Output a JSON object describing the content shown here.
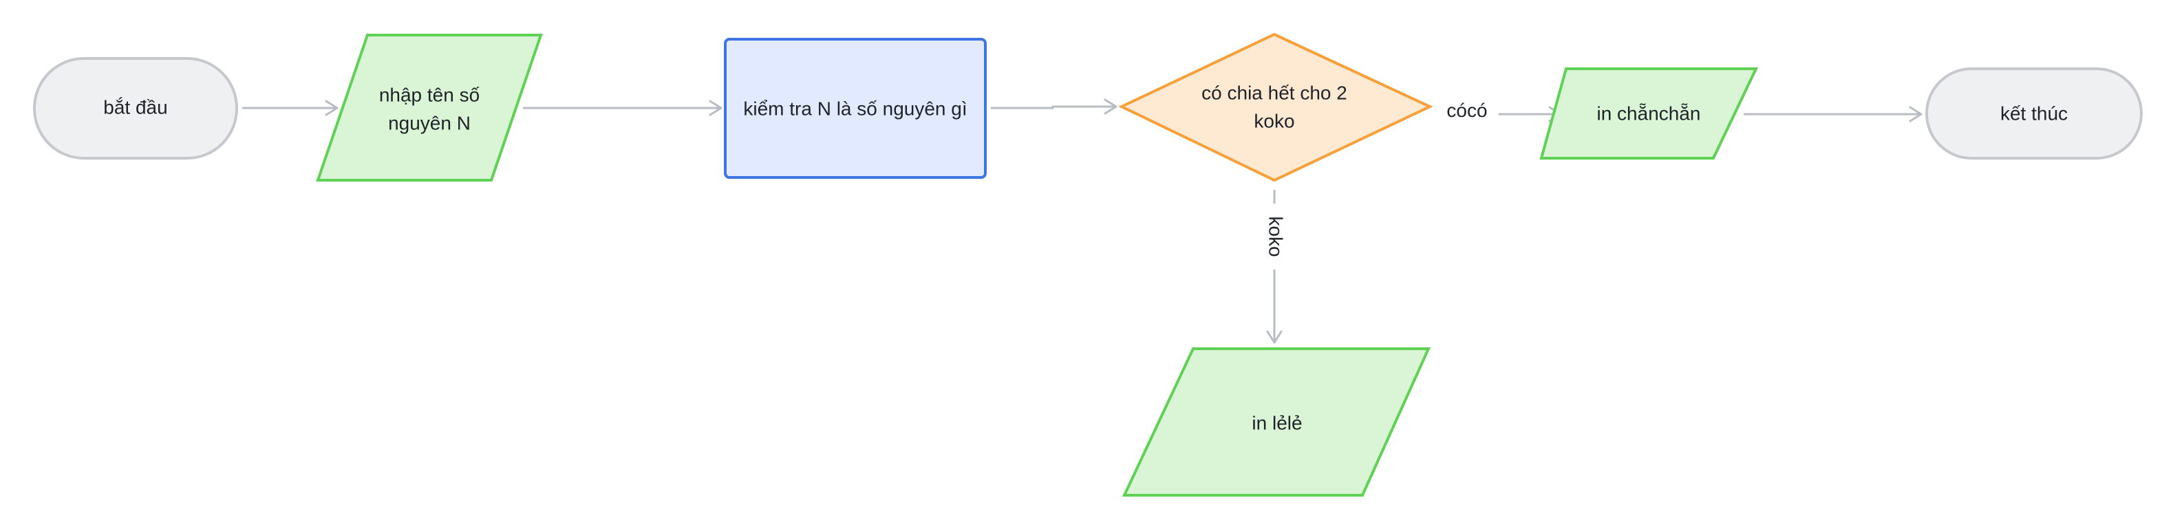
{
  "diagram": {
    "type": "flowchart",
    "colors": {
      "terminal_fill": "#eff0f1",
      "terminal_stroke": "#c6c8cd",
      "io_fill": "#d9f5d6",
      "io_stroke": "#5fd154",
      "process_fill": "#e1eaff",
      "process_stroke": "#3f74e3",
      "decision_fill": "#feead2",
      "decision_stroke": "#f7a03a",
      "edge": "#b8bcc4",
      "text": "#1f2329"
    },
    "nodes": {
      "start": {
        "shape": "terminal",
        "label": "bắt đầu"
      },
      "input": {
        "shape": "parallelogram",
        "label_line1": "nhập tên số",
        "label_line2": "nguyên N"
      },
      "check": {
        "shape": "rectangle",
        "label": "kiểm tra N là số nguyên gì"
      },
      "decision": {
        "shape": "diamond",
        "label_line1": "có chia hết cho 2",
        "label_line2": "koko"
      },
      "print_even": {
        "shape": "parallelogram",
        "label": "in chẵnchẵn"
      },
      "end": {
        "shape": "terminal",
        "label": "kết thúc"
      },
      "print_odd": {
        "shape": "parallelogram",
        "label": "in lẻlẻ"
      }
    },
    "edges": [
      {
        "from": "start",
        "to": "input",
        "label": ""
      },
      {
        "from": "input",
        "to": "check",
        "label": ""
      },
      {
        "from": "check",
        "to": "decision",
        "label": ""
      },
      {
        "from": "decision",
        "to": "print_even",
        "label": "cócó"
      },
      {
        "from": "print_even",
        "to": "end",
        "label": ""
      },
      {
        "from": "decision",
        "to": "print_odd",
        "label": "koko"
      }
    ]
  }
}
